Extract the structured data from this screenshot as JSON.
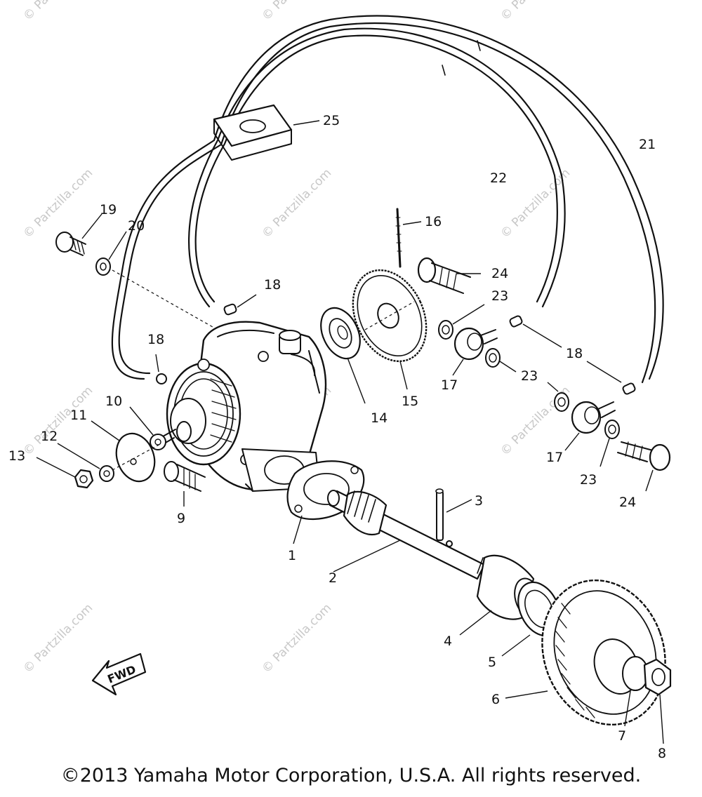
{
  "diagram": {
    "callouts": [
      {
        "id": "1",
        "label": "1"
      },
      {
        "id": "2",
        "label": "2"
      },
      {
        "id": "3",
        "label": "3"
      },
      {
        "id": "4",
        "label": "4"
      },
      {
        "id": "5",
        "label": "5"
      },
      {
        "id": "6",
        "label": "6"
      },
      {
        "id": "7",
        "label": "7"
      },
      {
        "id": "8",
        "label": "8"
      },
      {
        "id": "9",
        "label": "9"
      },
      {
        "id": "10",
        "label": "10"
      },
      {
        "id": "11",
        "label": "11"
      },
      {
        "id": "12",
        "label": "12"
      },
      {
        "id": "13",
        "label": "13"
      },
      {
        "id": "14",
        "label": "14"
      },
      {
        "id": "15",
        "label": "15"
      },
      {
        "id": "16",
        "label": "16"
      },
      {
        "id": "17a",
        "label": "17"
      },
      {
        "id": "17b",
        "label": "17"
      },
      {
        "id": "18a",
        "label": "18"
      },
      {
        "id": "18b",
        "label": "18"
      },
      {
        "id": "18c",
        "label": "18"
      },
      {
        "id": "19",
        "label": "19"
      },
      {
        "id": "20",
        "label": "20"
      },
      {
        "id": "21",
        "label": "21"
      },
      {
        "id": "22",
        "label": "22"
      },
      {
        "id": "23a",
        "label": "23"
      },
      {
        "id": "23b",
        "label": "23"
      },
      {
        "id": "23c",
        "label": "23"
      },
      {
        "id": "24a",
        "label": "24"
      },
      {
        "id": "24b",
        "label": "24"
      },
      {
        "id": "25",
        "label": "25"
      }
    ],
    "fwd_label": "FWD",
    "watermark": "© Partzilla.com"
  },
  "footer": {
    "copyright": "©2013 Yamaha Motor Corporation, U.S.A. All rights reserved."
  }
}
